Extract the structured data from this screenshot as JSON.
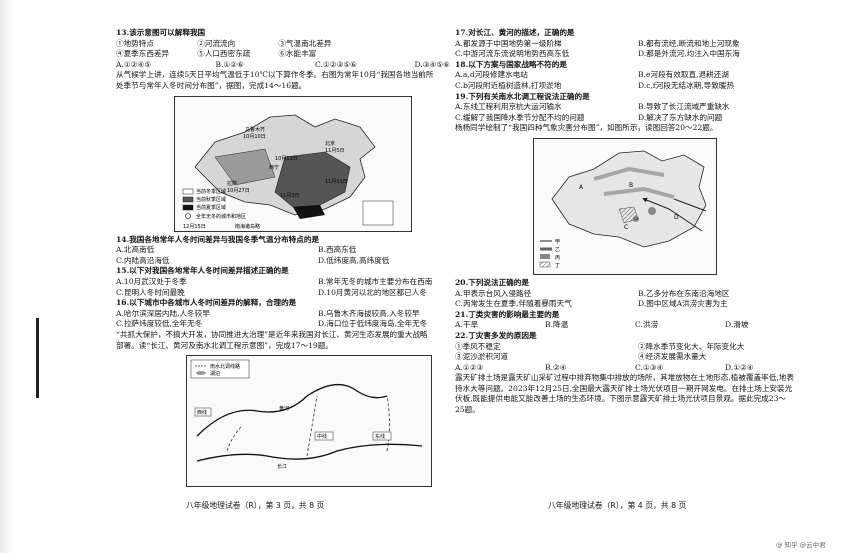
{
  "left_page": {
    "q13": {
      "stem": "13.该示意图可以解释我国",
      "items": [
        "①地势特点",
        "②河流流向",
        "③气温南北差异",
        "④夏季东西差异",
        "⑤人口西密东疏",
        "⑥水能丰富"
      ],
      "options": [
        "A.①②④⑤",
        "B.①②⑥",
        "C.①②③⑤⑥",
        "D.③④⑤⑥"
      ]
    },
    "intro_14": "从气候学上讲，连续5天日平均气温低于10℃以下算作冬季。右图为常年10月“我国各地当前所处季节与常年入冬时间分布图”，据图，完成14～16题。",
    "map_left": {
      "labels": [
        "乌鲁木齐",
        "10月10日",
        "北京",
        "11月5日",
        "10月11日",
        "西宁",
        "拉萨",
        "10月27日",
        "11月11日",
        "11月3日",
        "12月15日"
      ],
      "legend": [
        "当前冬季区域",
        "当前秋季区域",
        "当前夏季区域",
        "全年无冬的城市和地区"
      ],
      "note": "南海诸岛略"
    },
    "q14": {
      "stem": "14.我国各地常年人冬时间差异与我国冬季气温分布特点的是",
      "options": [
        "A.北高南低",
        "B.西高东低",
        "C.内陆高沿海低",
        "D.低纬度高,高纬度低"
      ]
    },
    "q15": {
      "stem": "15.以下对我国各地常年人冬时间差异描述正确的是",
      "options": [
        "A.10月武汉处于冬季",
        "B.常年无冬的城市主要分布在西南",
        "C.昆明人冬时间最晚",
        "D.10月黄河以北的地区都已人冬"
      ]
    },
    "q16": {
      "stem": "16.以下城市中各城市人冬时间差异的解释，合理的是",
      "options": [
        "A.哈尔滨深居内陆,人冬较早",
        "B.乌鲁木齐海拔较高,入冬较早",
        "C.拉萨纬度较低,全年无冬",
        "D.海口位于低纬度海岛,全年无冬"
      ]
    },
    "intro_17": "“共抓大保护，不搞大开发，协同推进大治理”是近年来我国对长江、黄河生态发展的重大战略部署。读“长江、黄河及南水北调工程示意图”，完成17～19题。",
    "map_river": {
      "legend_a": "南水北调线路",
      "legend_b": "湖泊",
      "labels": [
        "西线",
        "中线",
        "东线",
        "长江",
        "黄河"
      ]
    },
    "footer": "八年级地理试卷（R），第 3 页，共 8 页"
  },
  "right_page": {
    "q17": {
      "stem": "17.对长江、黄河的描述，正确的是",
      "options": [
        "A.都发源于中国地势第一级阶梯",
        "B.都有流经,断流和地上河现象",
        "C.中游河流东流说明地势西高东低",
        "D.都是外流河,均注入中国东海"
      ]
    },
    "q18": {
      "stem": "18.以下方案与国家战略不符的是",
      "options": [
        "A.a,d河段修建水电站",
        "B.e河段有效取直,退耕还湖",
        "C.b河段附近植树造林,打坝淤地",
        "D.c,f河段无结冰期,导致暖热"
      ]
    },
    "q19": {
      "stem": "19.下列有关南水北调工程说法正确的是",
      "options": [
        "A.东线工程利用京杭大运河输水",
        "B.导致了长江流域严重缺水",
        "C.缓解了我国降水季节分配不均的问题",
        "D.解决了东方缺水的问题"
      ]
    },
    "intro_20": "杨杨同学绘制了“我国四种气象灾害分布图”，如图所示，读图回答20～22题。",
    "map_right": {
      "legend": [
        "甲",
        "乙",
        "丙",
        "丁"
      ],
      "labels": [
        "A",
        "B",
        "C",
        "D"
      ]
    },
    "q20": {
      "stem": "20.下列说法正确的是",
      "options": [
        "A.甲表示台风入侵路径",
        "B.乙多分布在东南沿海地区",
        "C.丙常发生在夏季,伴随着暴雨天气",
        "D.图中区域A洪涝灾害为主"
      ]
    },
    "q21": {
      "stem": "21.丁类灾害的影响最主要的是",
      "options": [
        "A.干旱",
        "B.降温",
        "C.洪涝",
        "D.滑坡"
      ]
    },
    "q22": {
      "stem": "22.丁灾害多发的原因是",
      "items": [
        "①季风不稳定",
        "②降水季节变化大、年际变化大",
        "③泥沙淤积河道",
        "④经济发展需水量大"
      ],
      "options": [
        "A.①②③",
        "B.②④",
        "C.①③④",
        "D.①②④"
      ]
    },
    "intro_23": "露天矿排土场是露天矿山采矿过程中排弃物集中排放的场所，其堆放物在土地形态,植被覆盖率低,地表持水大等问题。2023年12月25日,全国最大露天矿排土场光伏项目一期开网发电。在排土场上安装光伏板,既能提供电能又能改善土场的生态环境。下图示意露天矿排土场光伏项目景观。据此完成23～25题。",
    "footer": "八年级地理试卷（R），第 4 页，共 8 页"
  },
  "watermark": "@ 知乎 @云中君"
}
